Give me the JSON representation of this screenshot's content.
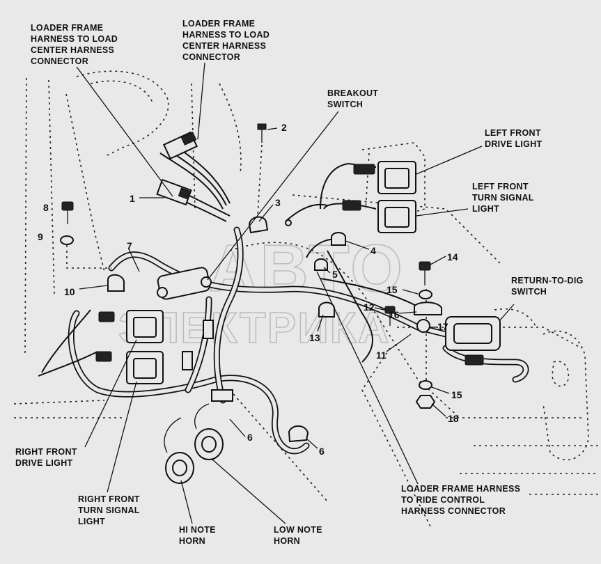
{
  "watermark": {
    "line1": "АВТО",
    "line2": "ЭЛЕКТРИКА"
  },
  "labels": {
    "loader_frame_harness_1": [
      "LOADER FRAME",
      "HARNESS TO LOAD",
      "CENTER HARNESS",
      "CONNECTOR"
    ],
    "loader_frame_harness_2": [
      "LOADER FRAME",
      "HARNESS TO LOAD",
      "CENTER HARNESS",
      "CONNECTOR"
    ],
    "breakout_switch": [
      "BREAKOUT",
      "SWITCH"
    ],
    "left_front_drive_light": [
      "LEFT FRONT",
      "DRIVE LIGHT"
    ],
    "left_front_turn_signal_light": [
      "LEFT FRONT",
      "TURN SIGNAL",
      "LIGHT"
    ],
    "return_to_dig_switch": [
      "RETURN-TO-DIG",
      "SWITCH"
    ],
    "right_front_drive_light": [
      "RIGHT FRONT",
      "DRIVE LIGHT"
    ],
    "right_front_turn_signal_light": [
      "RIGHT FRONT",
      "TURN SIGNAL",
      "LIGHT"
    ],
    "hi_note_horn": [
      "HI NOTE",
      "HORN"
    ],
    "low_note_horn": [
      "LOW NOTE",
      "HORN"
    ],
    "ride_control_connector": [
      "LOADER FRAME HARNESS",
      "TO RIDE CONTROL",
      "HARNESS CONNECTOR"
    ]
  },
  "callouts": {
    "n1": "1",
    "n2": "2",
    "n3": "3",
    "n4": "4",
    "n5": "5",
    "n6a": "6",
    "n6b": "6",
    "n7": "7",
    "n8": "8",
    "n9": "9",
    "n10": "10",
    "n11": "11",
    "n12": "12",
    "n13": "13",
    "n14": "14",
    "n15a": "15",
    "n15b": "15",
    "n16": "16",
    "n17": "17",
    "n18": "18"
  }
}
